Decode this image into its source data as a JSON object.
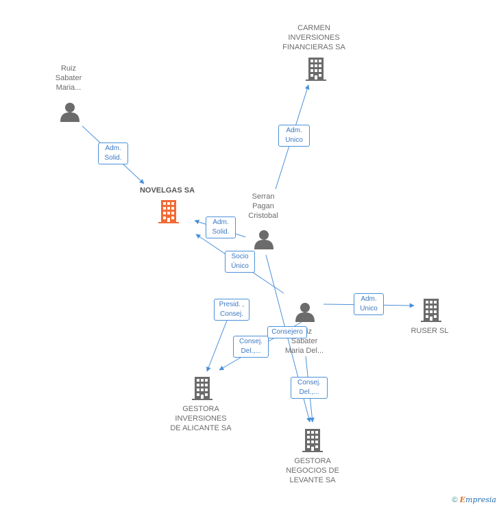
{
  "colors": {
    "edge": "#4a90d9",
    "edge_label_text": "#3c78c3",
    "company_icon": "#6b6b6b",
    "main_company_icon": "#f26a35",
    "person_icon": "#6b6b6b",
    "node_label": "#6b6b6b"
  },
  "nodes": {
    "carmen": {
      "type": "company",
      "label_lines": [
        "CARMEN",
        "INVERSIONES",
        "FINANCIERAS SA"
      ]
    },
    "ruiz_top": {
      "type": "person",
      "label_lines": [
        "Ruiz",
        "Sabater",
        "Maria..."
      ]
    },
    "novelgas": {
      "type": "main-company",
      "label_lines": [
        "NOVELGAS SA"
      ]
    },
    "serran": {
      "type": "person",
      "label_lines": [
        "Serran",
        "Pagan",
        "Cristobal"
      ]
    },
    "ruiz_mid": {
      "type": "person",
      "label_lines": [
        "Ruiz",
        "Sabater",
        "Maria Del..."
      ]
    },
    "ruser": {
      "type": "company",
      "label_lines": [
        "RUSER SL"
      ]
    },
    "gestora_alicante": {
      "type": "company",
      "label_lines": [
        "GESTORA",
        "INVERSIONES",
        "DE ALICANTE SA"
      ]
    },
    "gestora_levante": {
      "type": "company",
      "label_lines": [
        "GESTORA",
        "NEGOCIOS DE",
        "LEVANTE SA"
      ]
    }
  },
  "edge_labels": {
    "e1": [
      "Adm.",
      "Unico"
    ],
    "e2": [
      "Adm.",
      "Solid."
    ],
    "e3": [
      "Adm.",
      "Solid."
    ],
    "e4": [
      "Socio",
      "Único"
    ],
    "e5": [
      "Presid. ,",
      "Consej."
    ],
    "e6": [
      "Consej.",
      "Del.,..."
    ],
    "e7": [
      "Consejero"
    ],
    "e8": [
      "Adm.",
      "Unico"
    ],
    "e9": [
      "Consej.",
      "Del.,..."
    ]
  },
  "footer": {
    "copyright": "©",
    "brand_first": "E",
    "brand_rest": "mpresia"
  }
}
